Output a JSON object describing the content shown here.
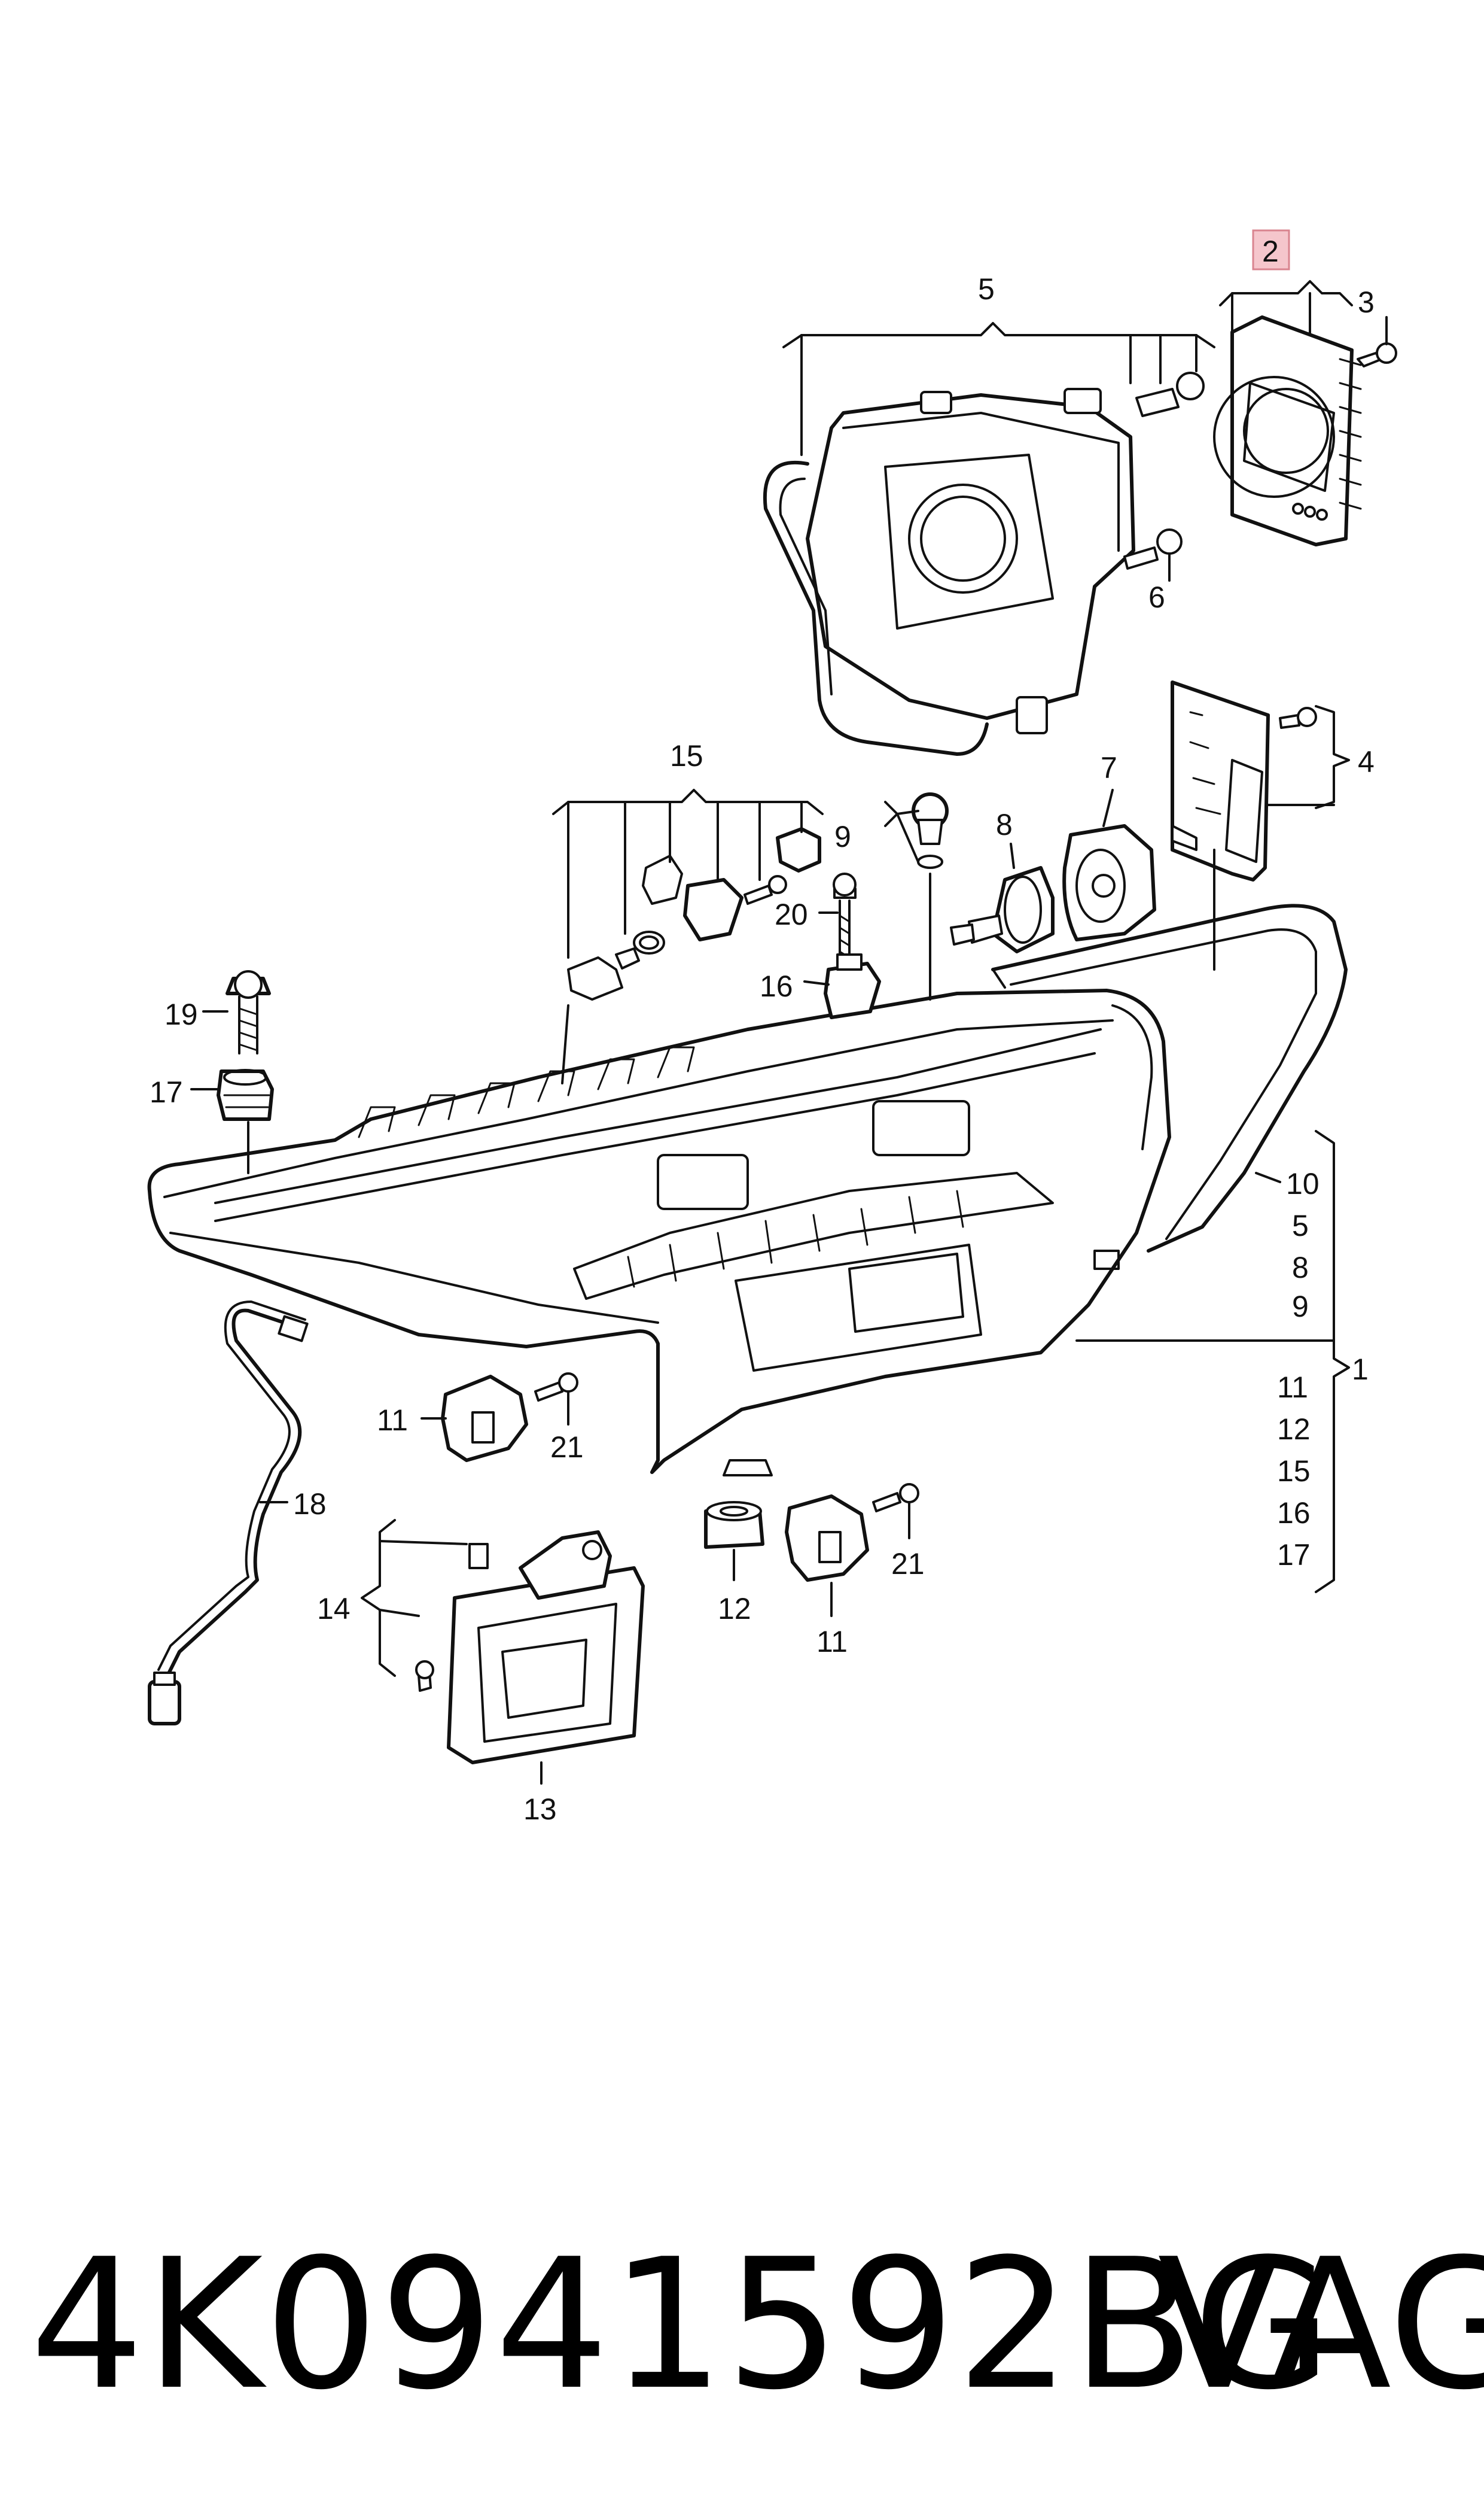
{
  "callouts": {
    "c1": "1",
    "c2": "2",
    "c3": "3",
    "c4": "4",
    "c5": "5",
    "c6": "6",
    "c7": "7",
    "c8": "8",
    "c9": "9",
    "c10": "10",
    "c11a": "11",
    "c11b": "11",
    "c12": "12",
    "c13": "13",
    "c14": "14",
    "c15": "15",
    "c16": "16",
    "c17": "17",
    "c18": "18",
    "c19": "19",
    "c20": "20",
    "c21a": "21",
    "c21b": "21"
  },
  "group_list_1": [
    "10",
    "5",
    "8",
    "9",
    "11",
    "12",
    "15",
    "16",
    "17"
  ],
  "highlight_color": "#f5c6cc",
  "highlight_border": "#d9848f",
  "caption": {
    "part_number": "4K0941592BG",
    "brand": "VAG"
  }
}
